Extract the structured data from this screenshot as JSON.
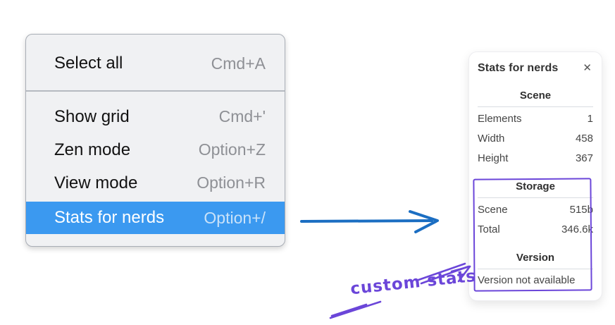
{
  "context_menu": {
    "items": [
      {
        "label": "Select all",
        "shortcut": "Cmd+A",
        "selected": false
      },
      {
        "label": "Show grid",
        "shortcut": "Cmd+'",
        "selected": false
      },
      {
        "label": "Zen mode",
        "shortcut": "Option+Z",
        "selected": false
      },
      {
        "label": "View mode",
        "shortcut": "Option+R",
        "selected": false
      },
      {
        "label": "Stats for nerds",
        "shortcut": "Option+/",
        "selected": true
      }
    ]
  },
  "stats_panel": {
    "title": "Stats for nerds",
    "close_glyph": "✕",
    "sections": [
      {
        "header": "Scene",
        "rows": [
          [
            "Elements",
            "1"
          ],
          [
            "Width",
            "458"
          ],
          [
            "Height",
            "367"
          ]
        ]
      },
      {
        "header": "Storage",
        "rows": [
          [
            "Scene",
            "515b"
          ],
          [
            "Total",
            "346.6k"
          ]
        ]
      },
      {
        "header": "Version",
        "rows": [],
        "note": "Version not available"
      }
    ]
  },
  "annotations": {
    "label": "custom stats"
  },
  "colors": {
    "menu_highlight": "#3b99f0",
    "arrow_blue": "#1b6ec2",
    "annotation_purple": "#6b46d9"
  }
}
